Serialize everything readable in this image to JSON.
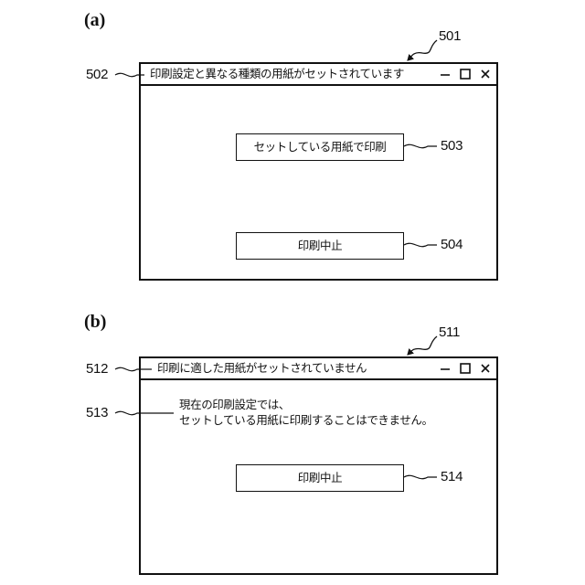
{
  "figures": [
    {
      "label": "(a)",
      "window_ref": "501",
      "title_ref": "502",
      "title": "印刷設定と異なる種類の用紙がセットされています",
      "buttons": [
        {
          "label": "セットしている用紙で印刷",
          "ref": "503"
        },
        {
          "label": "印刷中止",
          "ref": "504"
        }
      ]
    },
    {
      "label": "(b)",
      "window_ref": "511",
      "title_ref": "512",
      "title": "印刷に適した用紙がセットされていません",
      "message_ref": "513",
      "message_lines": [
        "現在の印刷設定では、",
        "セットしている用紙に印刷することはできません。"
      ],
      "buttons": [
        {
          "label": "印刷中止",
          "ref": "514"
        }
      ]
    }
  ],
  "window_controls": [
    "minimize-icon",
    "maximize-icon",
    "close-icon"
  ]
}
